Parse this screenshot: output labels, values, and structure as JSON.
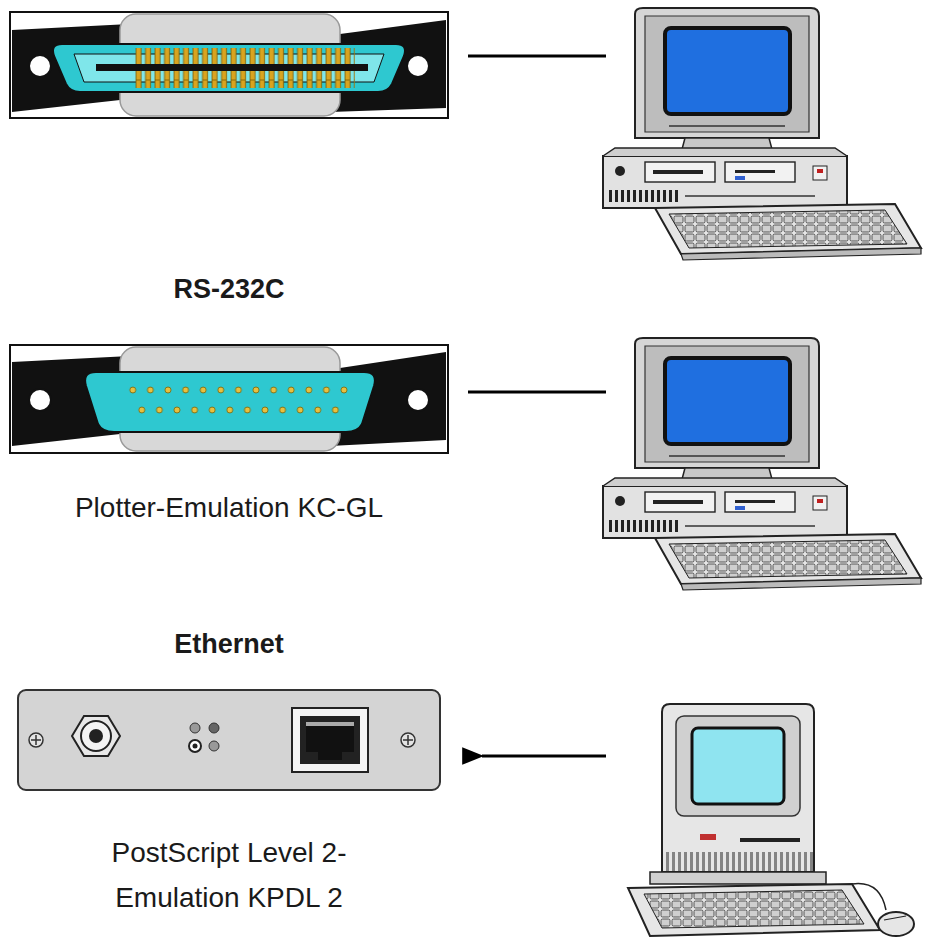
{
  "diagram": {
    "labels": [
      "RS-232C",
      "Plotter-Emulation KC-GL",
      "Ethernet",
      "PostScript Level 2- Emulation KPDL 2"
    ]
  }
}
